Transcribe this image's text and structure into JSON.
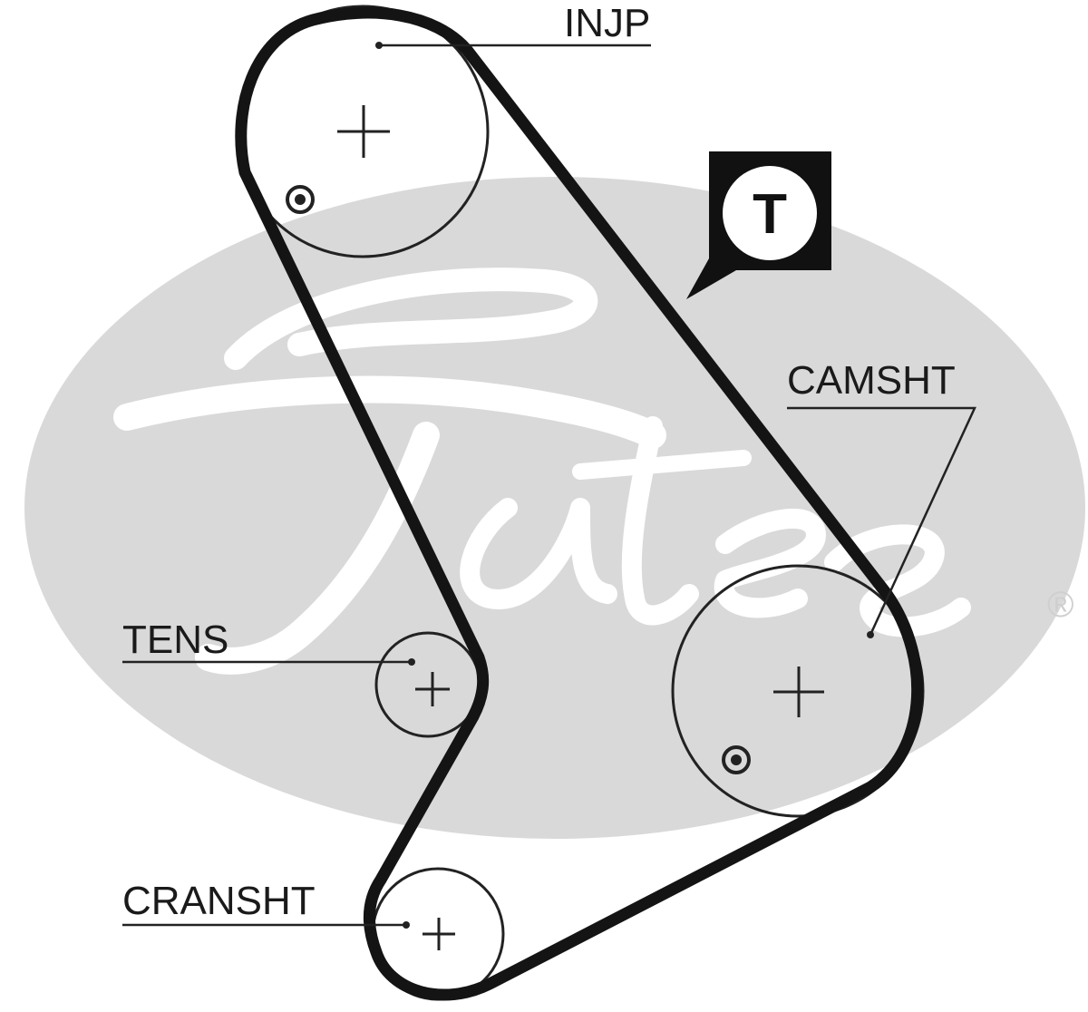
{
  "diagram": {
    "labels": {
      "injection_pump": "INJP",
      "camshaft": "CAMSHT",
      "tensioner": "TENS",
      "crankshaft": "CRANSHT"
    },
    "tensioner_badge": "T",
    "watermark": {
      "brand": "Gates",
      "registered_mark": "®"
    },
    "colors": {
      "belt": "#141414",
      "watermark": "#d9d9d9",
      "pulley": "#222222"
    }
  }
}
